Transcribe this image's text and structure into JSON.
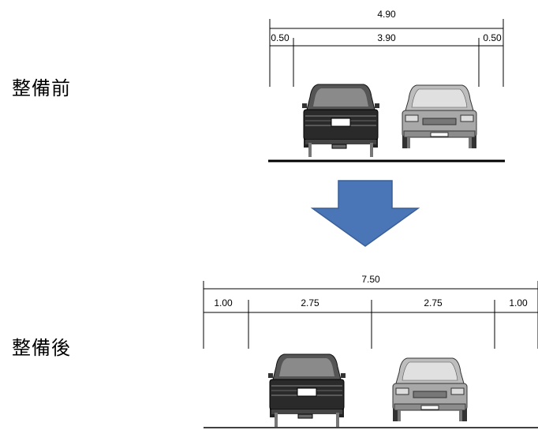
{
  "before": {
    "label": "整備前",
    "total_width": "4.90",
    "left_shoulder": "0.50",
    "lane": "3.90",
    "right_shoulder": "0.50"
  },
  "after": {
    "label": "整備後",
    "total_width": "7.50",
    "left_shoulder": "1.00",
    "lane_left": "2.75",
    "lane_right": "2.75",
    "right_shoulder": "1.00"
  },
  "colors": {
    "arrow": "#4a76b8",
    "arrow_stroke": "#3a5f96"
  }
}
